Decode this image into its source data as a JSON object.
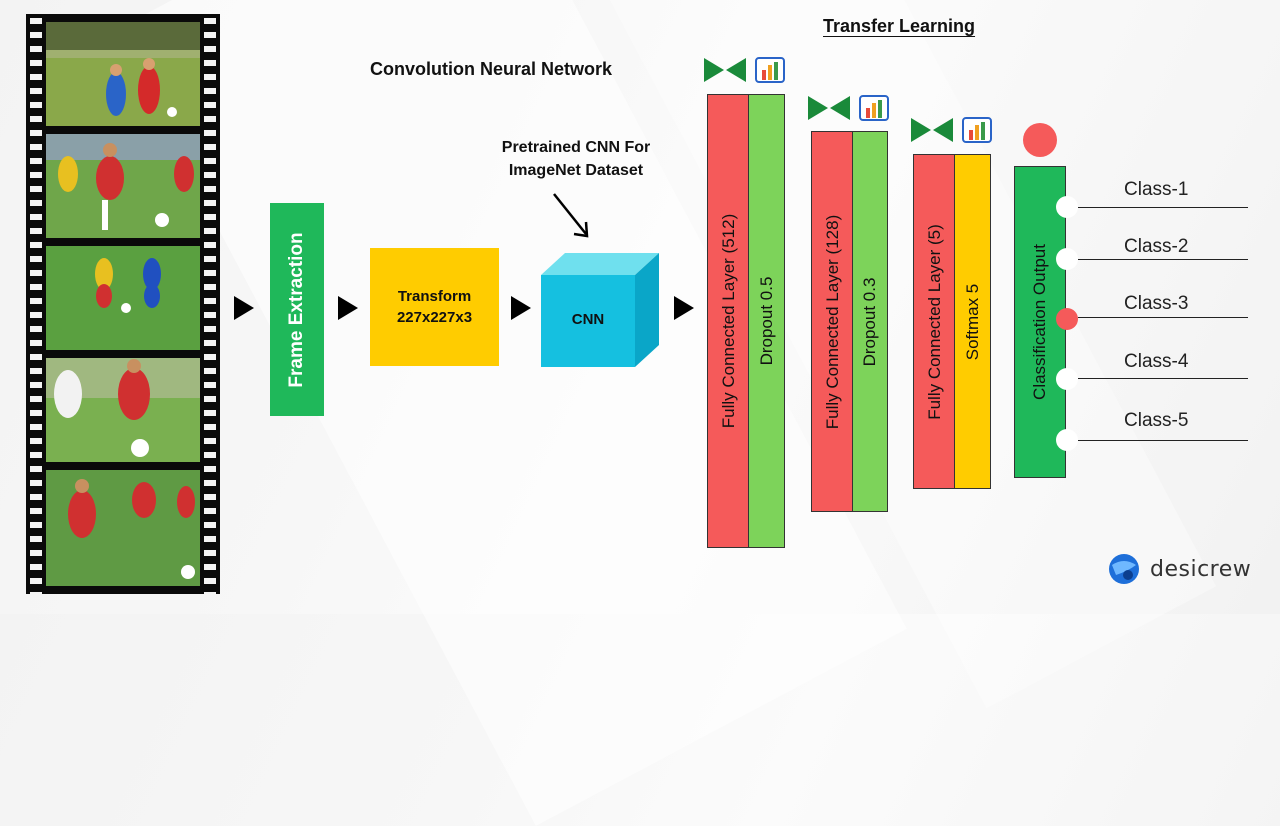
{
  "diagram": {
    "headings": {
      "transfer_learning": "Transfer Learning",
      "cnn": "Convolution Neural Network",
      "pretrained_line1": "Pretrained CNN For",
      "pretrained_line2": "ImageNet Dataset"
    },
    "steps": {
      "frame_extraction": "Frame Extraction",
      "transform_line1": "Transform",
      "transform_line2": "227x227x3",
      "cnn_label": "CNN"
    },
    "layers": [
      {
        "fc": "Fully Connected Layer (512)",
        "second": "Dropout 0.5"
      },
      {
        "fc": "Fully Connected Layer (128)",
        "second": "Dropout 0.3"
      },
      {
        "fc": "Fully Connected Layer (5)",
        "second": "Softmax 5"
      }
    ],
    "output": {
      "label": "Classification Output",
      "classes": [
        "Class-1",
        "Class-2",
        "Class-3",
        "Class-4",
        "Class-5"
      ],
      "selected_class": "Class-3"
    },
    "brand": "desicrew",
    "colors": {
      "green": "#1fb85a",
      "red": "#f55a5a",
      "light_green": "#7dd35a",
      "yellow": "#ffcc00",
      "cube": "#2ec8e0"
    }
  }
}
